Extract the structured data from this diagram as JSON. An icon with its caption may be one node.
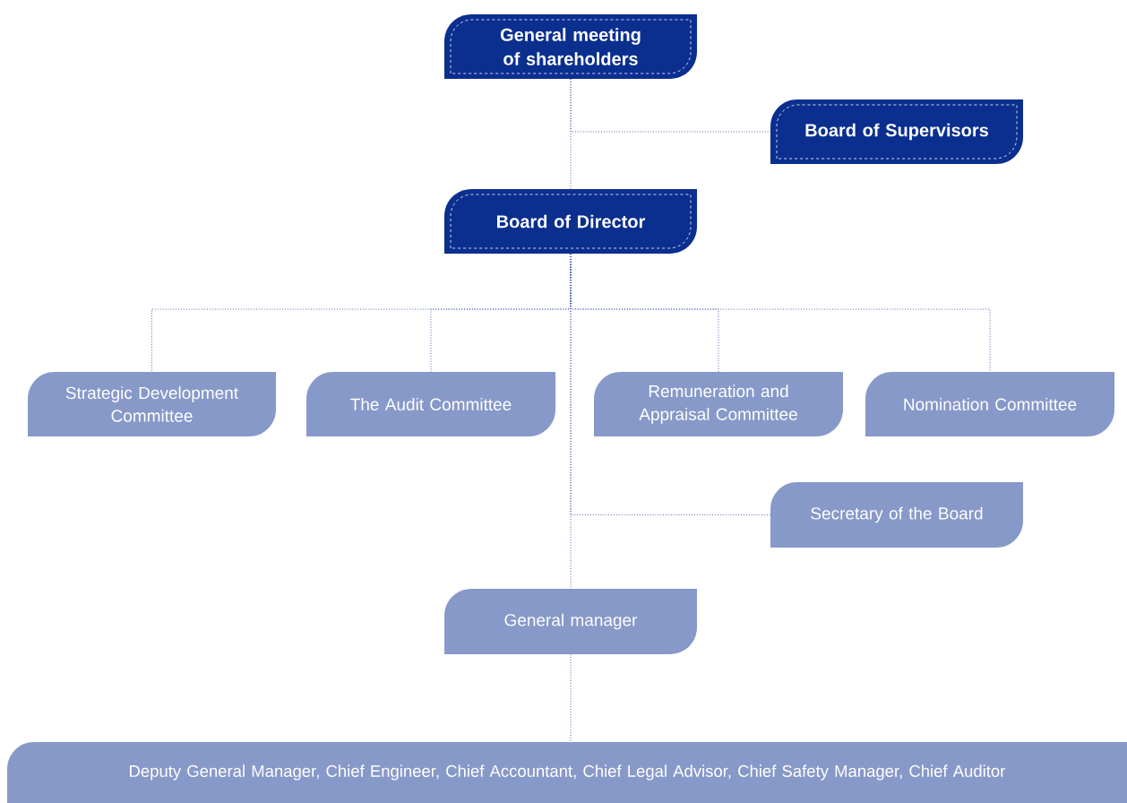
{
  "diagram": {
    "nodes": [
      {
        "text": [
          "General meeting of shareholders"
        ]
      },
      {
        "text": [
          "Board of Supervisors"
        ]
      },
      {
        "text": [
          "Board of Director"
        ]
      },
      {
        "text": [
          "Strategic Development Committee"
        ]
      },
      {
        "text": [
          "The Audit Committee"
        ]
      },
      {
        "text": [
          "Remuneration and Appraisal Committee"
        ]
      },
      {
        "text": [
          "Nomination Committee"
        ]
      },
      {
        "text": [
          "Secretary of the Board"
        ]
      },
      {
        "text": [
          "General manager"
        ]
      },
      {
        "text": [
          "Deputy General Manager, Chief Engineer, Chief Accountant, Chief Legal Advisor, Chief Safety Manager, Chief Auditor"
        ]
      }
    ],
    "edges": [
      {
        "from": 0,
        "to": 2,
        "arrow": "none"
      },
      {
        "from": 0,
        "to": 1,
        "arrow": "none"
      },
      {
        "from": 2,
        "to": 3,
        "arrow": "none"
      },
      {
        "from": 2,
        "to": 4,
        "arrow": "none"
      },
      {
        "from": 2,
        "to": 5,
        "arrow": "none"
      },
      {
        "from": 2,
        "to": 6,
        "arrow": "none"
      },
      {
        "from": 2,
        "to": 7,
        "arrow": "none"
      },
      {
        "from": 2,
        "to": 8,
        "arrow": "none"
      },
      {
        "from": 8,
        "to": 9,
        "arrow": "none"
      }
    ]
  }
}
